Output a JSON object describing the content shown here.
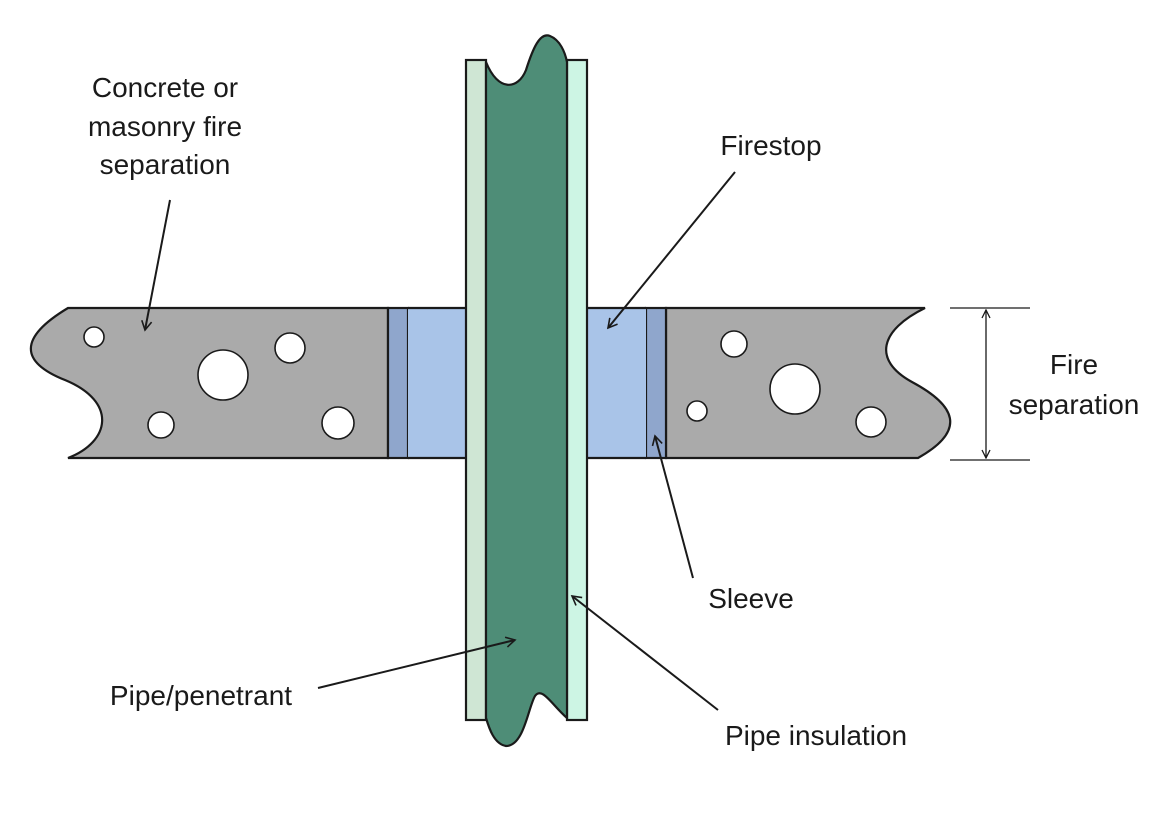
{
  "labels": {
    "concrete_line1": "Concrete or",
    "concrete_line2": "masonry fire",
    "concrete_line3": "separation",
    "firestop": "Firestop",
    "fire_sep_line1": "Fire",
    "fire_sep_line2": "separation",
    "sleeve": "Sleeve",
    "pipe_penetrant": "Pipe/penetrant",
    "pipe_insulation": "Pipe insulation"
  },
  "colors": {
    "wall": "#aaaaaa",
    "firestop": "#a9c4e8",
    "sleeve": "#8fa6cc",
    "pipe": "#4e8d77",
    "insulation_left": "#cfe6d4",
    "insulation_right": "#cdf5e4"
  }
}
